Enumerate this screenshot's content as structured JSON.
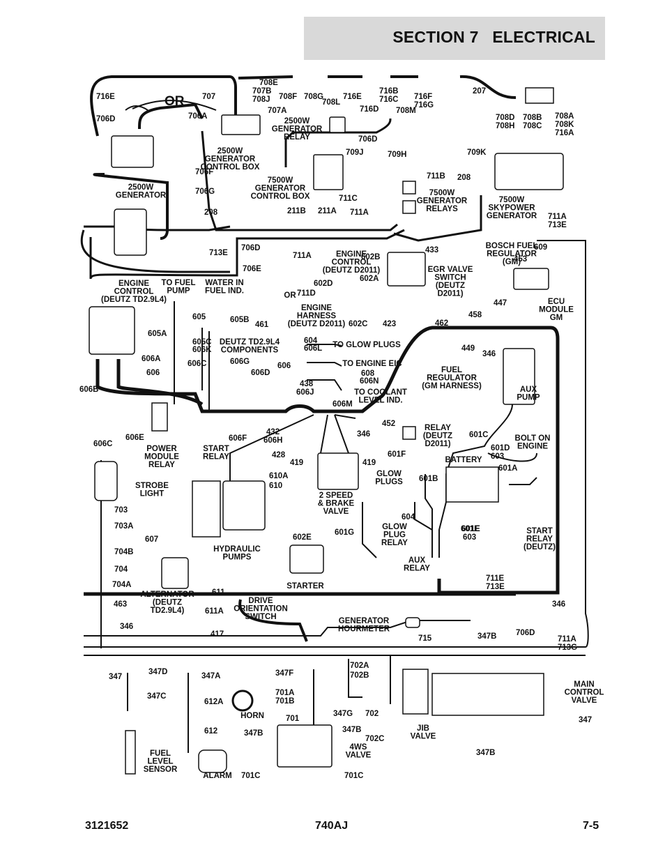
{
  "header": {
    "title": "SECTION 7   ELECTRICAL"
  },
  "footer": {
    "doc_number": "3121652",
    "model": "740AJ",
    "page": "7-5"
  },
  "wire_labels": [
    "716E",
    "706D",
    "707",
    "706A",
    "706F",
    "706G",
    "208",
    "713E",
    "708E",
    "707B",
    "708J",
    "707A",
    "708F",
    "708G",
    "708L",
    "716E",
    "716B",
    "716C",
    "716D",
    "708M",
    "716F",
    "716G",
    "207",
    "708D",
    "708H",
    "708B",
    "708C",
    "708A",
    "708K",
    "716A",
    "706D",
    "709J",
    "709H",
    "709K",
    "711B",
    "208",
    "711C",
    "711A",
    "211B",
    "211A",
    "711A",
    "713E",
    "706D",
    "706E",
    "711A",
    "711D",
    "602D",
    "602B",
    "602A",
    "433",
    "602C",
    "423",
    "462",
    "458",
    "609",
    "453",
    "447",
    "461",
    "605",
    "605A",
    "605B",
    "605C",
    "606K",
    "606C",
    "606A",
    "606",
    "606B",
    "606G",
    "606D",
    "606",
    "604",
    "606L",
    "608",
    "606N",
    "438",
    "606J",
    "606M",
    "432",
    "606H",
    "346",
    "452",
    "449",
    "346",
    "601C",
    "601D",
    "603",
    "601F",
    "601A",
    "601B",
    "606C",
    "606E",
    "606F",
    "428",
    "610A",
    "610",
    "419",
    "419",
    "604",
    "703",
    "703A",
    "704B",
    "704",
    "704A",
    "463",
    "346",
    "607",
    "602E",
    "601G",
    "601E",
    "603",
    "601E",
    "611",
    "611A",
    "417",
    "715",
    "706D",
    "711E",
    "713E",
    "346",
    "711A",
    "713G",
    "347B",
    "347",
    "347D",
    "347C",
    "347A",
    "612A",
    "612",
    "347F",
    "701A",
    "701B",
    "701",
    "702A",
    "702B",
    "347G",
    "702",
    "702C",
    "347B",
    "347B",
    "701C",
    "701C",
    "347",
    "347B"
  ],
  "component_labels": [
    "2500W\nGENERATOR",
    "2500W\nGENERATOR\nCONTROL BOX",
    "2500W\nGENERATOR\nRELAY",
    "7500W\nGENERATOR\nCONTROL BOX",
    "7500W\nGENERATOR\nRELAYS",
    "7500W\nSKYPOWER\nGENERATOR",
    "ENGINE\nCONTROL\n(DEUTZ TD2.9L4)",
    "TO FUEL\nPUMP",
    "WATER IN\nFUEL IND.",
    "ENGINE\nCONTROL\n(DEUTZ D2011)",
    "ENGINE\nHARNESS\n(DEUTZ D2011)",
    "EGR VALVE\nSWITCH\n(DEUTZ\nD2011)",
    "BOSCH FUEL\nREGULATOR\n(GM)",
    "ECU\nMODULE\nGM",
    "OR",
    "DEUTZ TD2.9L4\nCOMPONENTS",
    "TO GLOW PLUGS",
    "TO ENGINE EIC",
    "TO COOLANT\nLEVEL IND.",
    "FUEL\nREGULATOR\n(GM HARNESS)",
    "AUX\nPUMP",
    "RELAY\n(DEUTZ\nD2011)",
    "BOLT ON\nENGINE",
    "BATTERY",
    "POWER\nMODULE\nRELAY",
    "START\nRELAY",
    "STROBE\nLIGHT",
    "2 SPEED\n& BRAKE\nVALVE",
    "GLOW\nPLUGS",
    "GLOW\nPLUG\nRELAY",
    "HYDRAULIC\nPUMPS",
    "STARTER",
    "AUX\nRELAY",
    "START\nRELAY\n(DEUTZ)",
    "ALTERNATOR\n(DEUTZ\nTD2.9L4)",
    "DRIVE\nORIENTATION\nSWITCH",
    "GENERATOR\nHOURMETER",
    "MAIN\nCONTROL\nVALVE",
    "HORN",
    "JIB\nVALVE",
    "4WS\nVALVE",
    "FUEL\nLEVEL\nSENSOR",
    "ALARM"
  ],
  "callout": "OR"
}
